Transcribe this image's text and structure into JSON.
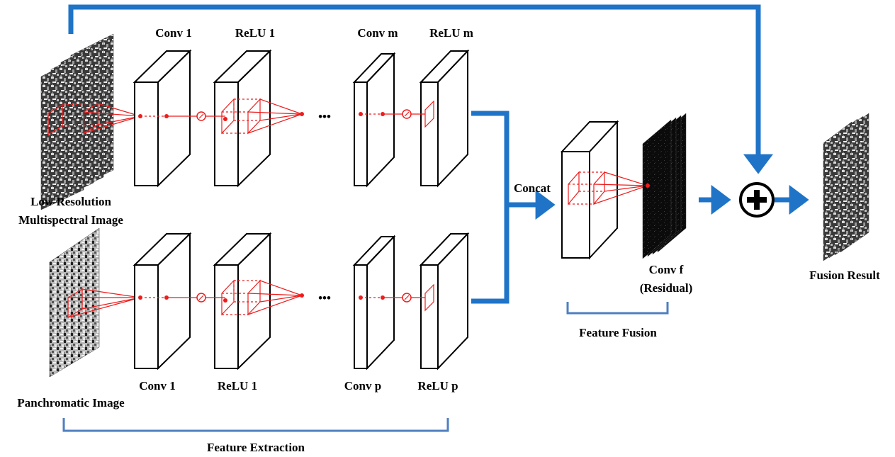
{
  "labels": {
    "conv1_top": "Conv 1",
    "relu1_top": "ReLU 1",
    "convm": "Conv m",
    "relum": "ReLU m",
    "conv1_bottom": "Conv 1",
    "relu1_bottom": "ReLU 1",
    "convp": "Conv p",
    "relup": "ReLU p",
    "ellipsis": "•••",
    "ms_image_line1": "Low Resolution",
    "ms_image_line2": "Multispectral Image",
    "pan_image": "Panchromatic Image",
    "concat": "Concat",
    "convf_line1": "Conv f",
    "convf_line2": "(Residual)",
    "feature_fusion": "Feature Fusion",
    "feature_extraction": "Feature Extraction",
    "fusion_result": "Fusion Result"
  },
  "colors": {
    "arrow_blue": "#1f74c8",
    "bracket_blue": "#4f7fc0",
    "receptive_field_red": "#ee1c1c"
  }
}
